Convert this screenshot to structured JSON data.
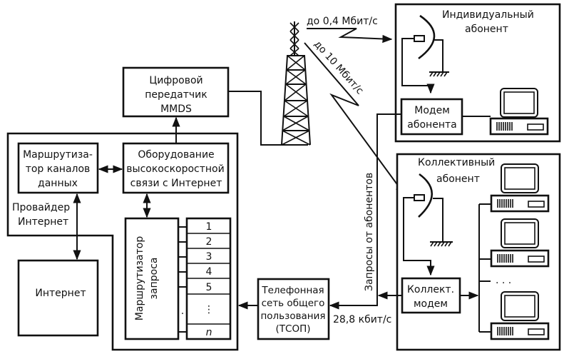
{
  "diagram": {
    "transmitter": {
      "lines": [
        "Цифровой",
        "передатчик",
        "MMDS"
      ]
    },
    "provider": {
      "label_lines": [
        "Провайдер",
        "Интернет"
      ],
      "router": {
        "lines": [
          "Маршрутиза-",
          "тор каналов",
          "данных"
        ]
      },
      "equipment": {
        "lines": [
          "Оборудование",
          "высокоскоростной",
          "связи с Интернет"
        ]
      },
      "request_router": {
        "lines": [
          "Маршрутизатор",
          "запроса"
        ]
      },
      "ports": [
        "1",
        "2",
        "3",
        "4",
        "5",
        "⋮",
        "n"
      ],
      "port_dot": "."
    },
    "internet": {
      "label": "Интернет"
    },
    "pstn": {
      "lines": [
        "Телефонная",
        "сеть общего",
        "пользования",
        "(ТСОП)"
      ]
    },
    "links": {
      "individual_speed": "до 0,4 Мбит/с",
      "collective_speed": "до 10 Мбит/с",
      "requests_label": "Запросы от абонентов",
      "pstn_speed": "28,8 кбит/с"
    },
    "individual_subscriber": {
      "title_lines": [
        "Индивидуальный",
        "абонент"
      ],
      "modem": {
        "lines": [
          "Модем",
          "абонента"
        ]
      }
    },
    "collective_subscriber": {
      "title_lines": [
        "Коллективный",
        "абонент"
      ],
      "modem": {
        "lines": [
          "Коллект.",
          "модем"
        ]
      },
      "ellipsis": ". . ."
    }
  }
}
